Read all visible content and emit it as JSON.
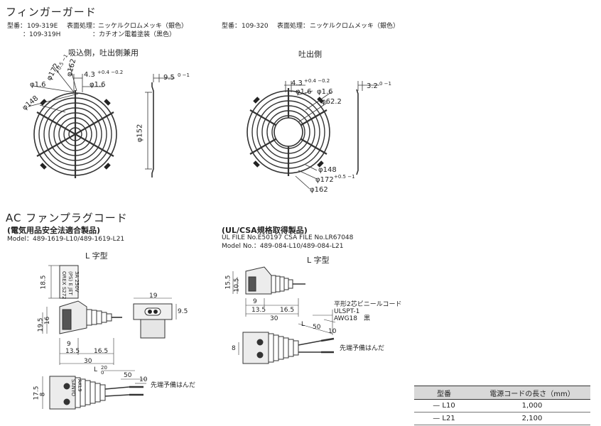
{
  "finger_guard": {
    "title": "フィンガーガード",
    "spec_left": {
      "model_label": "型番：",
      "model_1": "109-319E",
      "model_2": "：109-319H",
      "surface_label": "表面処理：",
      "surface_1": "ニッケルクロムメッキ（銀色）",
      "surface_2": "：カチオン電着塗装（黒色）"
    },
    "spec_right": {
      "model_label": "型番：",
      "model": "109-320",
      "surface_label": "表面処理：",
      "surface": "ニッケルクロムメッキ（銀色）"
    },
    "left_drawing": {
      "caption": "吸込側，吐出側兼用",
      "dims": [
        "φ172",
        "φ162",
        "4.3",
        "φ1.6",
        "φ1.6",
        "φ148",
        "9.5",
        "φ152"
      ],
      "tol_172": "+0.5 −1",
      "tol_43": "+0.4 −0.2",
      "tol_95": "0 −1"
    },
    "right_drawing": {
      "caption": "吐出側",
      "dims": [
        "4.3",
        "φ1.6",
        "φ1.6",
        "φ62.2",
        "3.2",
        "φ148",
        "φ172",
        "φ162"
      ],
      "tol_43": "+0.4 −0.2",
      "tol_32": "0 −1",
      "tol_172": "+0.5 −1"
    }
  },
  "ac_plug": {
    "title": "AC ファンプラグコード",
    "left": {
      "heading": "(電気用品安全法適合製品)",
      "model": "Model：489-1619-L10/489-1619-L21",
      "caption": "L 字型",
      "plug_print": [
        "3A 250V",
        "(PS) E JET",
        "OREX S272"
      ],
      "dims": [
        "18.5",
        "19",
        "9.5",
        "19.5",
        "16",
        "9",
        "13.5",
        "16.5",
        "30",
        "L",
        "20",
        "0",
        "50",
        "10",
        "17.5",
        "8"
      ],
      "end_note": "先端予備はんだ",
      "plug_print_2": [
        "AKL9",
        "SANYO"
      ]
    },
    "right": {
      "heading": "(UL/CSA規格取得製品)",
      "file": "UL FILE No.E50197  CSA FILE No.LR67048",
      "model": "Model No.：489-084-L10/489-084-L21",
      "caption": "L 字型",
      "dims": [
        "15.5",
        "10.5",
        "9",
        "13.5",
        "16.5",
        "30",
        "L",
        "8",
        "50",
        "10"
      ],
      "cord_note": [
        "平形2芯ビニールコード",
        "ULSPT-1",
        "AWG18　黒"
      ],
      "end_note": "先端予備はんだ"
    }
  },
  "cord_table": {
    "headers": [
      "型番",
      "電源コードの長さ（mm）"
    ],
    "rows": [
      {
        "model": "— L10",
        "length": "1,000"
      },
      {
        "model": "— L21",
        "length": "2,100"
      }
    ]
  }
}
